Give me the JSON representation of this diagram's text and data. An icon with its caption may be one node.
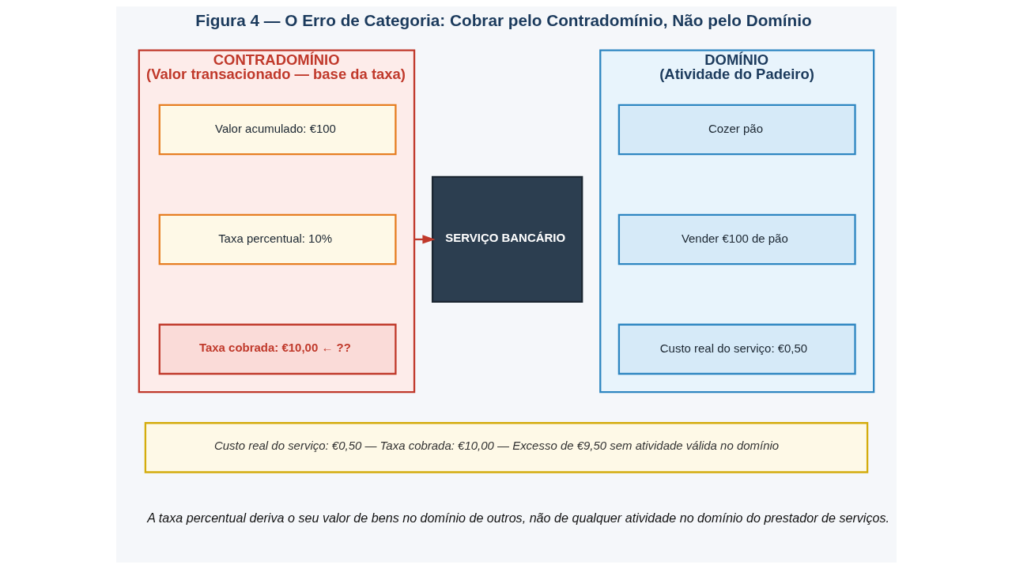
{
  "diagram": {
    "title": "Figura 4 — O Erro de Categoria: Cobrar pelo Contradomínio, Não pelo Domínio",
    "caption": "A taxa percentual deriva o seu valor de bens no domínio de outros, não de qualquer atividade no domínio do prestador de serviços.",
    "nodes": [
      {
        "text": [
          "DOMÍNIO",
          "(Atividade do Padeiro)"
        ]
      },
      {
        "text": [
          "Cozer pão"
        ],
        "in": 0
      },
      {
        "text": [
          "Vender €100 de pão"
        ],
        "in": 0
      },
      {
        "text": [
          "Custo real do serviço: €0,50"
        ],
        "in": 0
      },
      {
        "text": [
          "SERVIÇO BANCÁRIO"
        ]
      },
      {
        "text": [
          "CONTRADOMÍNIO",
          "(Valor transacionado — base da taxa)"
        ]
      },
      {
        "text": [
          "Valor acumulado: €100"
        ],
        "in": 5
      },
      {
        "text": [
          "Taxa percentual: 10%"
        ],
        "in": 5
      },
      {
        "text": [
          "Taxa cobrada: €10,00 ← ??"
        ],
        "in": 5
      },
      {
        "text": [
          "Custo real do serviço: €0,50 — Taxa cobrada: €10,00 — Excesso de €9,50 sem atividade válida no domínio"
        ]
      }
    ],
    "edges": [
      {
        "from": 5,
        "to": 4,
        "arrow": "to",
        "color": "#c0392b"
      }
    ]
  }
}
